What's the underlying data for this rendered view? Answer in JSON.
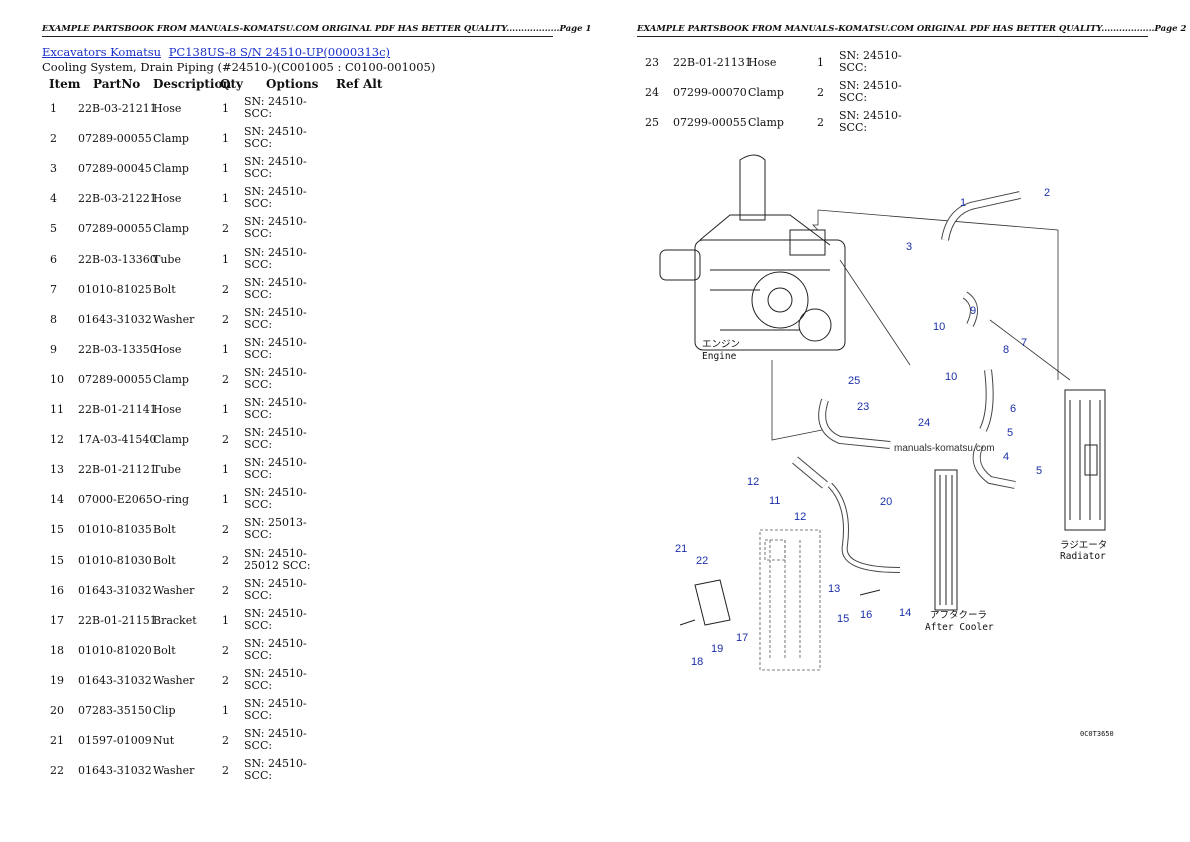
{
  "header_page1": "EXAMPLE PARTSBOOK FROM MANUALS-KOMATSU.COM ORIGINAL PDF HAS BETTER QUALITY..................Page 1",
  "header_page2": "EXAMPLE PARTSBOOK FROM MANUALS-KOMATSU.COM ORIGINAL PDF HAS BETTER QUALITY..................Page 2",
  "breadcrumb": {
    "link1": "Excavators Komatsu",
    "link2": "PC138US-8 S/N 24510-UP(0000313c)"
  },
  "subtitle": "Cooling System, Drain Piping (#24510-)(C001005 : C0100-001005)",
  "columns": {
    "item": "Item",
    "part": "PartNo",
    "desc": "Description",
    "qty": "Qty",
    "options": "Options",
    "refalt": "Ref Alt"
  },
  "parts_page1": [
    {
      "item": "1",
      "part": "22B-03-21211",
      "desc": "Hose",
      "qty": "1",
      "opt": "SN: 24510-SCC:"
    },
    {
      "item": "2",
      "part": "07289-00055",
      "desc": "Clamp",
      "qty": "1",
      "opt": "SN: 24510-SCC:"
    },
    {
      "item": "3",
      "part": "07289-00045",
      "desc": "Clamp",
      "qty": "1",
      "opt": "SN: 24510-SCC:"
    },
    {
      "item": "4",
      "part": "22B-03-21221",
      "desc": "Hose",
      "qty": "1",
      "opt": "SN: 24510-SCC:"
    },
    {
      "item": "5",
      "part": "07289-00055",
      "desc": "Clamp",
      "qty": "2",
      "opt": "SN: 24510-SCC:"
    },
    {
      "item": "6",
      "part": "22B-03-13360",
      "desc": "Tube",
      "qty": "1",
      "opt": "SN: 24510-SCC:"
    },
    {
      "item": "7",
      "part": "01010-81025",
      "desc": "Bolt",
      "qty": "2",
      "opt": "SN: 24510-SCC:"
    },
    {
      "item": "8",
      "part": "01643-31032",
      "desc": "Washer",
      "qty": "2",
      "opt": "SN: 24510-SCC:"
    },
    {
      "item": "9",
      "part": "22B-03-13350",
      "desc": "Hose",
      "qty": "1",
      "opt": "SN: 24510-SCC:"
    },
    {
      "item": "10",
      "part": "07289-00055",
      "desc": "Clamp",
      "qty": "2",
      "opt": "SN: 24510-SCC:"
    },
    {
      "item": "11",
      "part": "22B-01-21141",
      "desc": "Hose",
      "qty": "1",
      "opt": "SN: 24510-SCC:"
    },
    {
      "item": "12",
      "part": "17A-03-41540",
      "desc": "Clamp",
      "qty": "2",
      "opt": "SN: 24510-SCC:"
    },
    {
      "item": "13",
      "part": "22B-01-21121",
      "desc": "Tube",
      "qty": "1",
      "opt": "SN: 24510-SCC:"
    },
    {
      "item": "14",
      "part": "07000-E2065",
      "desc": "O-ring",
      "qty": "1",
      "opt": "SN: 24510-SCC:"
    },
    {
      "item": "15",
      "part": "01010-81035",
      "desc": "Bolt",
      "qty": "2",
      "opt": "SN: 25013-SCC:"
    },
    {
      "item": "15",
      "part": "01010-81030",
      "desc": "Bolt",
      "qty": "2",
      "opt": "SN: 24510-25012 SCC:"
    },
    {
      "item": "16",
      "part": "01643-31032",
      "desc": "Washer",
      "qty": "2",
      "opt": "SN: 24510-SCC:"
    },
    {
      "item": "17",
      "part": "22B-01-21151",
      "desc": "Bracket",
      "qty": "1",
      "opt": "SN: 24510-SCC:"
    },
    {
      "item": "18",
      "part": "01010-81020",
      "desc": "Bolt",
      "qty": "2",
      "opt": "SN: 24510-SCC:"
    },
    {
      "item": "19",
      "part": "01643-31032",
      "desc": "Washer",
      "qty": "2",
      "opt": "SN: 24510-SCC:"
    },
    {
      "item": "20",
      "part": "07283-35150",
      "desc": "Clip",
      "qty": "1",
      "opt": "SN: 24510-SCC:"
    },
    {
      "item": "21",
      "part": "01597-01009",
      "desc": "Nut",
      "qty": "2",
      "opt": "SN: 24510-SCC:"
    },
    {
      "item": "22",
      "part": "01643-31032",
      "desc": "Washer",
      "qty": "2",
      "opt": "SN: 24510-SCC:"
    }
  ],
  "parts_page2": [
    {
      "item": "23",
      "part": "22B-01-21131",
      "desc": "Hose",
      "qty": "1",
      "opt": "SN: 24510-SCC:"
    },
    {
      "item": "24",
      "part": "07299-00070",
      "desc": "Clamp",
      "qty": "2",
      "opt": "SN: 24510-SCC:"
    },
    {
      "item": "25",
      "part": "07299-00055",
      "desc": "Clamp",
      "qty": "2",
      "opt": "SN: 24510-SCC:"
    }
  ],
  "diagram": {
    "engine_jp": "エンジン",
    "engine": "Engine",
    "radiator_jp": "ラジエータ",
    "radiator": "Radiator",
    "aftercooler_jp": "アフタクーラ",
    "aftercooler": "After Cooler",
    "watermark": "manuals-komatsu.com",
    "ref_code": "0C0T3650",
    "callouts": [
      "1",
      "2",
      "3",
      "9",
      "10",
      "7",
      "8",
      "10",
      "6",
      "5",
      "4",
      "5",
      "25",
      "23",
      "24",
      "12",
      "11",
      "20",
      "12",
      "21",
      "22",
      "13",
      "15",
      "16",
      "14",
      "17",
      "18",
      "19"
    ]
  }
}
